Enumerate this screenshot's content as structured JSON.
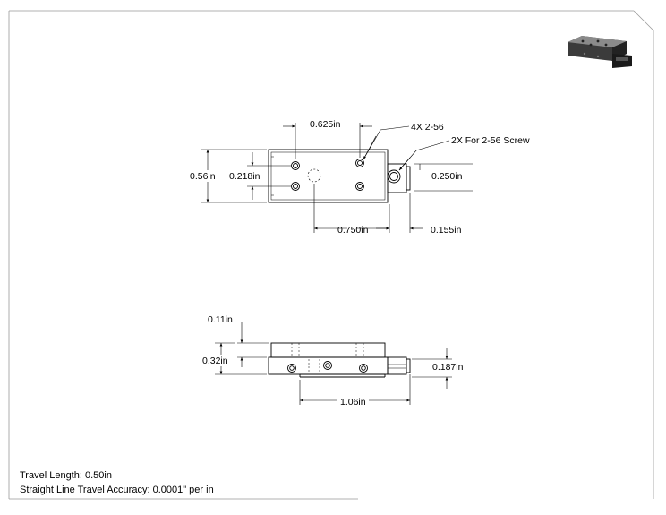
{
  "top_view": {
    "dim_hole_spacing_x": "0.625in",
    "dim_height": "0.56in",
    "dim_hole_spacing_y": "0.218in",
    "dim_tapped_holes": "4X 2-56",
    "dim_screw_note": "2X For 2-56 Screw",
    "dim_hole_offset": "0.250in",
    "dim_body_to_edge": "0.750in",
    "dim_extension": "0.155in"
  },
  "side_view": {
    "dim_top_step": "0.11in",
    "dim_thickness": "0.32in",
    "dim_stage_height": "0.187in",
    "dim_length": "1.06in"
  },
  "notes": {
    "travel_length": "Travel Length: 0.50in",
    "accuracy": "Straight Line Travel Accuracy: 0.0001\" per in"
  }
}
